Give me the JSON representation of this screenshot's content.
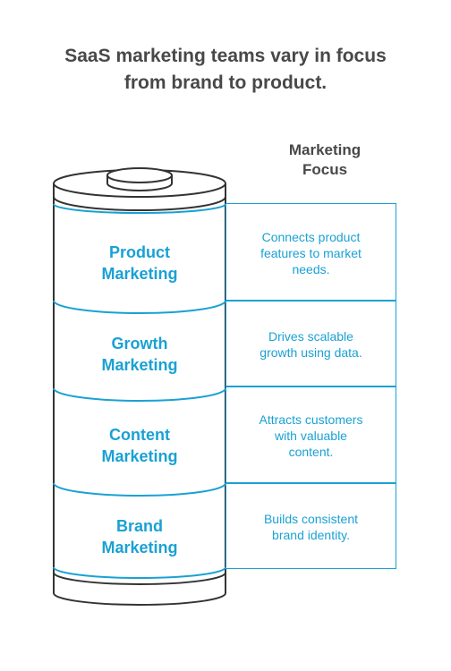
{
  "title": {
    "line1": "SaaS marketing teams vary in focus",
    "line2": "from brand to product."
  },
  "legend": {
    "line1": "Marketing",
    "line2": "Focus"
  },
  "layers": [
    {
      "label_line1": "Product",
      "label_line2": "Marketing",
      "desc_lines": [
        "Connects product",
        "features to market",
        "needs."
      ]
    },
    {
      "label_line1": "Growth",
      "label_line2": "Marketing",
      "desc_lines": [
        "Drives scalable",
        "growth using data."
      ]
    },
    {
      "label_line1": "Content",
      "label_line2": "Marketing",
      "desc_lines": [
        "Attracts customers",
        "with valuable",
        "content."
      ]
    },
    {
      "label_line1": "Brand",
      "label_line2": "Marketing",
      "desc_lines": [
        "Builds consistent",
        "brand identity."
      ]
    }
  ],
  "colors": {
    "accent": "#1aa1d4",
    "outline": "#333333",
    "title": "#484848"
  }
}
